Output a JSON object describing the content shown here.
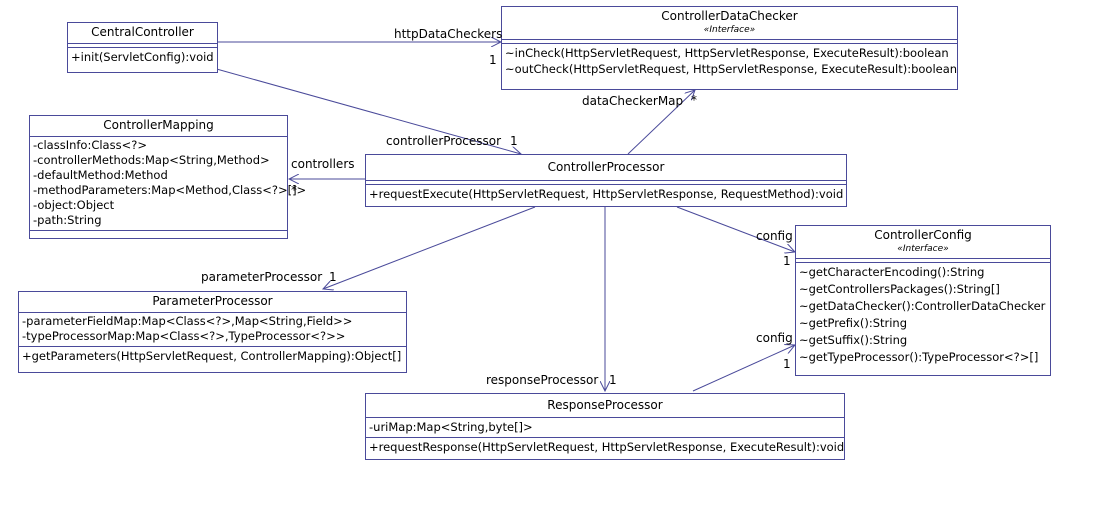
{
  "classes": {
    "central_controller": {
      "name": "CentralController",
      "attributes": [],
      "operations": [
        "+init(ServletConfig):void"
      ]
    },
    "controller_data_checker": {
      "name": "ControllerDataChecker",
      "stereotype": "«Interface»",
      "attributes": [],
      "operations": [
        "~inCheck(HttpServletRequest, HttpServletResponse, ExecuteResult):boolean",
        "~outCheck(HttpServletRequest, HttpServletResponse, ExecuteResult):boolean"
      ]
    },
    "controller_mapping": {
      "name": "ControllerMapping",
      "attributes": [
        "-classInfo:Class<?>",
        "-controllerMethods:Map<String,Method>",
        "-defaultMethod:Method",
        "-methodParameters:Map<Method,Class<?>[]>",
        "-object:Object",
        "-path:String"
      ],
      "operations": []
    },
    "controller_processor": {
      "name": "ControllerProcessor",
      "attributes": [],
      "operations": [
        "+requestExecute(HttpServletRequest, HttpServletResponse, RequestMethod):void"
      ]
    },
    "controller_config": {
      "name": "ControllerConfig",
      "stereotype": "«Interface»",
      "attributes": [],
      "operations": [
        "~getCharacterEncoding():String",
        "~getControllersPackages():String[]",
        "~getDataChecker():ControllerDataChecker",
        "~getPrefix():String",
        "~getSuffix():String",
        "~getTypeProcessor():TypeProcessor<?>[]"
      ]
    },
    "parameter_processor": {
      "name": "ParameterProcessor",
      "attributes": [
        "-parameterFieldMap:Map<Class<?>,Map<String,Field>>",
        "-typeProcessorMap:Map<Class<?>,TypeProcessor<?>>"
      ],
      "operations": [
        "+getParameters(HttpServletRequest, ControllerMapping):Object[]"
      ]
    },
    "response_processor": {
      "name": "ResponseProcessor",
      "attributes": [
        "-uriMap:Map<String,byte[]>"
      ],
      "operations": [
        "+requestResponse(HttpServletRequest, HttpServletResponse, ExecuteResult):void"
      ]
    }
  },
  "associations": {
    "http_data_checkers": {
      "role": "httpDataCheckers",
      "multiplicity": "1"
    },
    "controller_processor": {
      "role": "controllerProcessor",
      "multiplicity": "1"
    },
    "data_checker_map": {
      "role": "dataCheckerMap",
      "multiplicity": "*"
    },
    "controllers": {
      "role": "controllers",
      "multiplicity": "*"
    },
    "config_from_processor": {
      "role": "config",
      "multiplicity": "1"
    },
    "parameter_processor": {
      "role": "parameterProcessor",
      "multiplicity": "1"
    },
    "response_processor": {
      "role": "responseProcessor",
      "multiplicity": "1"
    },
    "config_from_response": {
      "role": "config",
      "multiplicity": "1"
    }
  },
  "colors": {
    "line": "#4a4a9a",
    "border": "#4a4a9a",
    "text": "#000000"
  }
}
